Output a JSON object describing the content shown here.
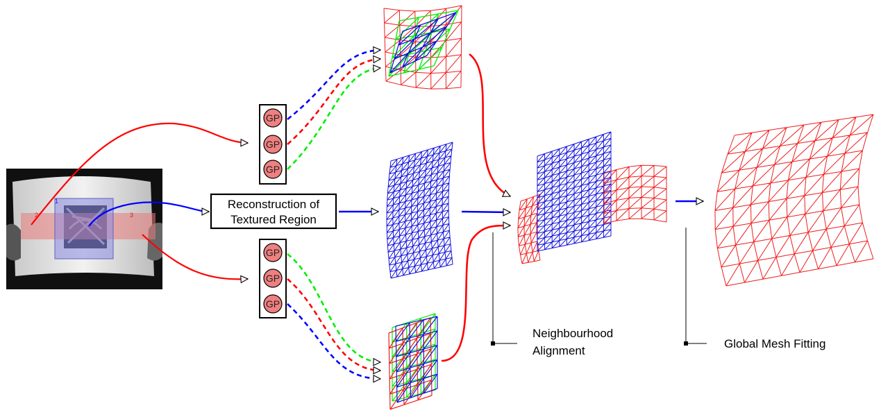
{
  "gp_label": "GP",
  "reconstruction_box": {
    "line1": "Reconstruction of",
    "line2": "Textured Region"
  },
  "labels": {
    "neighbourhood_line1": "Neighbourhood",
    "neighbourhood_line2": "Alignment",
    "global_mesh_fitting": "Global Mesh Fitting"
  },
  "photo_region_numbers": {
    "left": "2",
    "center": "1",
    "right": "3"
  },
  "colors": {
    "red": "#ff0000",
    "blue": "#0000ff",
    "green": "#00ee00",
    "gp_fill": "#f08080",
    "mesh_red": "#ee1c1c",
    "mesh_blue": "#1010dd",
    "region_red": "#e87a7a",
    "region_blue": "#8a8ae0"
  }
}
